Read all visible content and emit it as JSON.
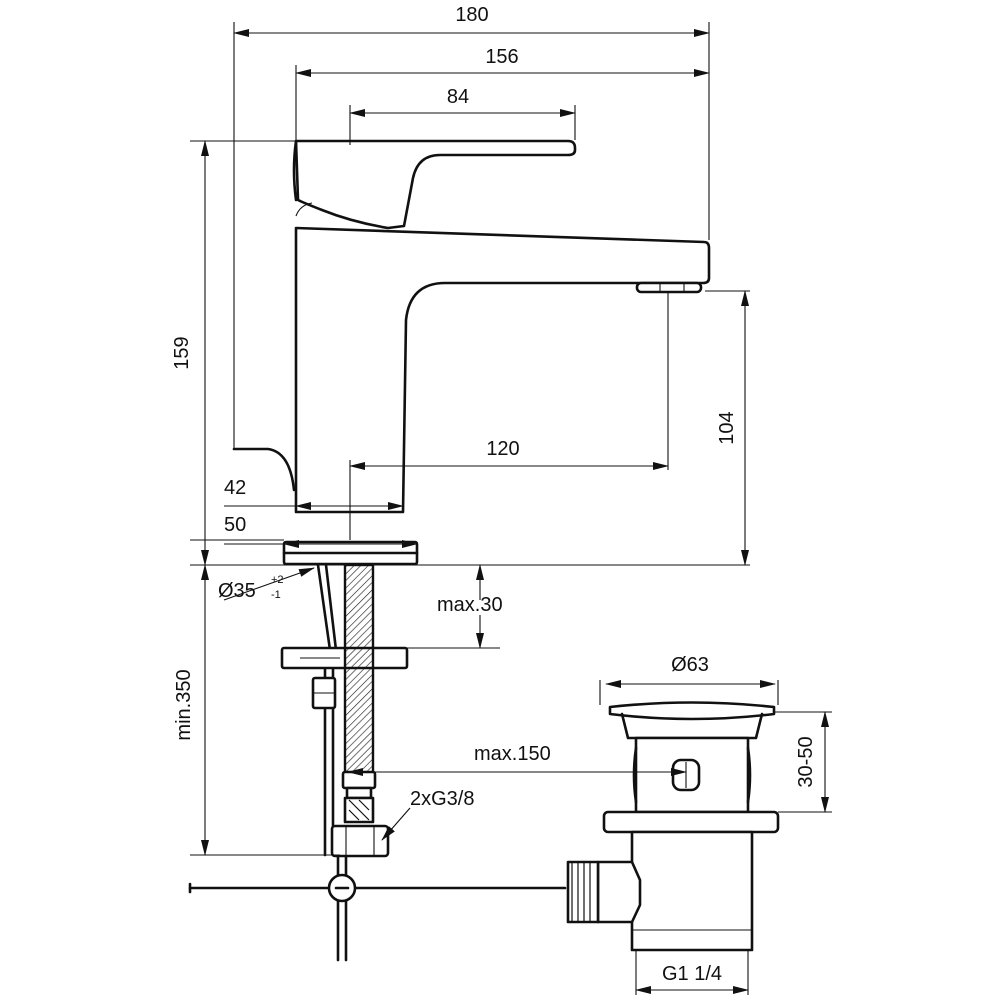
{
  "drawing": {
    "labels": {
      "overall_width": "180",
      "spout_width": "156",
      "lever_length": "84",
      "total_height": "159",
      "spout_height": "104",
      "spout_reach": "120",
      "base_inner": "42",
      "base_outer": "50",
      "hole_diameter": "Ø35",
      "hole_tol_plus": "+2",
      "hole_tol_minus": "-1",
      "max_thickness": "max.30",
      "min_height": "min.350",
      "max_hose": "max.150",
      "connection": "2xG3/8",
      "waste_diameter": "Ø63",
      "waste_height": "30-50",
      "waste_thread": "G1 1/4"
    }
  }
}
